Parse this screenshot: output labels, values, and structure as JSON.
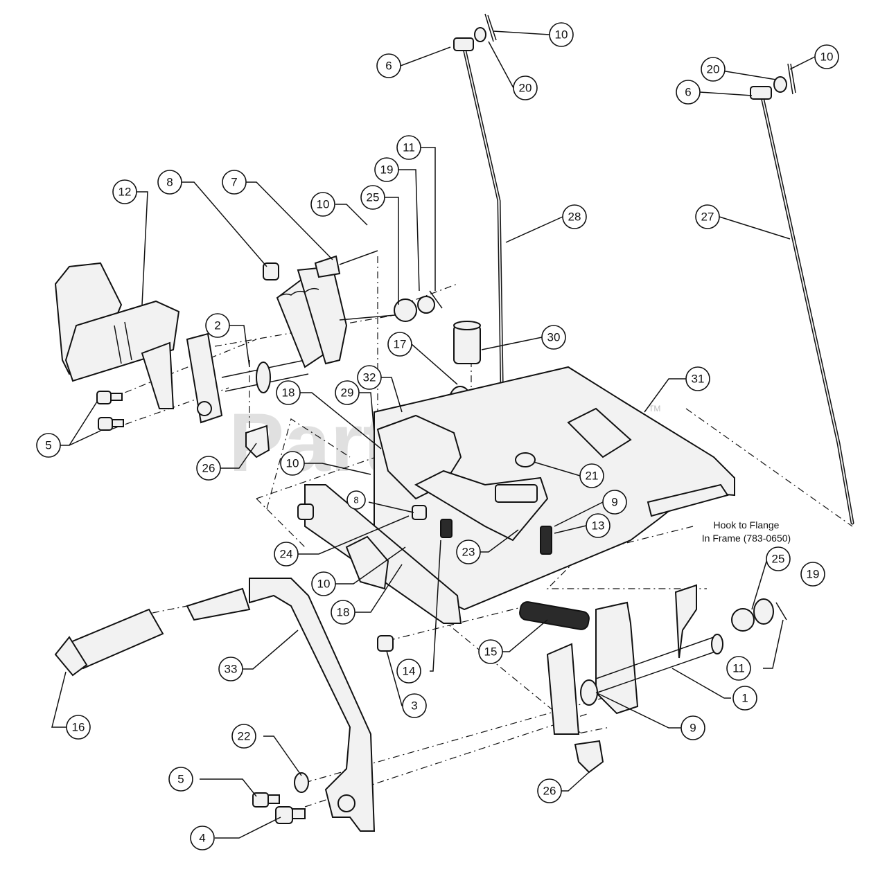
{
  "diagram": {
    "watermark": "PartsTree",
    "watermark_mark": "TM",
    "note_line1": "Hook to Flange",
    "note_line2": "In Frame (783-0650)"
  },
  "callouts": [
    {
      "id": "c-1",
      "label": "1"
    },
    {
      "id": "c-2",
      "label": "2"
    },
    {
      "id": "c-3",
      "label": "3"
    },
    {
      "id": "c-4",
      "label": "4"
    },
    {
      "id": "c-5a",
      "label": "5"
    },
    {
      "id": "c-5b",
      "label": "5"
    },
    {
      "id": "c-6a",
      "label": "6"
    },
    {
      "id": "c-6b",
      "label": "6"
    },
    {
      "id": "c-7",
      "label": "7"
    },
    {
      "id": "c-8a",
      "label": "8"
    },
    {
      "id": "c-8b",
      "label": "8"
    },
    {
      "id": "c-9a",
      "label": "9"
    },
    {
      "id": "c-9b",
      "label": "9"
    },
    {
      "id": "c-10a",
      "label": "10"
    },
    {
      "id": "c-10b",
      "label": "10"
    },
    {
      "id": "c-10c",
      "label": "10"
    },
    {
      "id": "c-10d",
      "label": "10"
    },
    {
      "id": "c-10e",
      "label": "10"
    },
    {
      "id": "c-11a",
      "label": "11"
    },
    {
      "id": "c-11b",
      "label": "11"
    },
    {
      "id": "c-12",
      "label": "12"
    },
    {
      "id": "c-13",
      "label": "13"
    },
    {
      "id": "c-14",
      "label": "14"
    },
    {
      "id": "c-15",
      "label": "15"
    },
    {
      "id": "c-16",
      "label": "16"
    },
    {
      "id": "c-17",
      "label": "17"
    },
    {
      "id": "c-18a",
      "label": "18"
    },
    {
      "id": "c-18b",
      "label": "18"
    },
    {
      "id": "c-19a",
      "label": "19"
    },
    {
      "id": "c-19b",
      "label": "19"
    },
    {
      "id": "c-20a",
      "label": "20"
    },
    {
      "id": "c-20b",
      "label": "20"
    },
    {
      "id": "c-21",
      "label": "21"
    },
    {
      "id": "c-22",
      "label": "22"
    },
    {
      "id": "c-23",
      "label": "23"
    },
    {
      "id": "c-24",
      "label": "24"
    },
    {
      "id": "c-25a",
      "label": "25"
    },
    {
      "id": "c-25b",
      "label": "25"
    },
    {
      "id": "c-26a",
      "label": "26"
    },
    {
      "id": "c-26b",
      "label": "26"
    },
    {
      "id": "c-27",
      "label": "27"
    },
    {
      "id": "c-28",
      "label": "28"
    },
    {
      "id": "c-29",
      "label": "29"
    },
    {
      "id": "c-30",
      "label": "30"
    },
    {
      "id": "c-31",
      "label": "31"
    },
    {
      "id": "c-32",
      "label": "32"
    },
    {
      "id": "c-33",
      "label": "33"
    }
  ]
}
